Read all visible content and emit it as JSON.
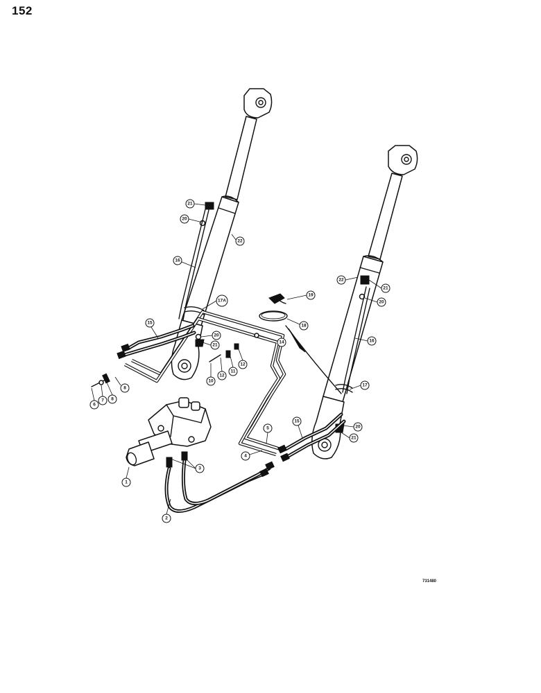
{
  "page": {
    "number": "152",
    "drawing_number": "731480"
  },
  "callouts": {
    "c1": "1",
    "c2": "2",
    "c3": "3",
    "c4": "4",
    "c5": "5",
    "c6": "6",
    "c7": "7",
    "c8a": "8",
    "c8b": "8",
    "c10": "10",
    "c11": "11",
    "c12a": "12",
    "c12b": "12",
    "c14": "14",
    "c15a": "15",
    "c15b": "15",
    "c16a": "16",
    "c16b": "16",
    "c17": "17",
    "c17a": "17A",
    "c18": "18",
    "c19": "19",
    "c20a": "20",
    "c20b": "20",
    "c20c": "20",
    "c20d": "20",
    "c21a": "21",
    "c21b": "21",
    "c21c": "21",
    "c21d": "21",
    "c22a": "22",
    "c22b": "22"
  }
}
